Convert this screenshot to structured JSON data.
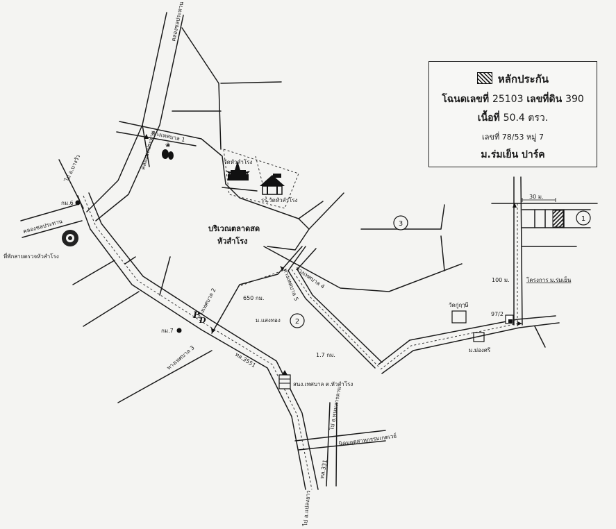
{
  "legend": {
    "title": "หลักประกัน",
    "deed_label": "โฉนดเลขที่",
    "deed_no": "25103",
    "land_label": "เลขที่ดิน",
    "land_no": "390",
    "area_label": "เนื้อที่",
    "area_value": "50.4 ตรว.",
    "address": "เลขที่ 78/53 หมู่ 7",
    "project": "ม.ร่มเย็น ปาร์ค"
  },
  "labels": {
    "khlong_canal_top": "คลองชลประทาน",
    "khlong_canal_mid": "คลองชลประทาน",
    "khlong_canal_left": "คลองชลประทาน",
    "thetsaban1": "ทางเทศบาล 1",
    "thetsaban2": "ทางเทศบาล 2",
    "thetsaban3": "ทางเทศบาล 3",
    "thetsaban4": "ทางเทศบาล 4",
    "thetsaban5": "ทางเทศบาล 5",
    "wat_hua_samrong": "วัดหัวสำโรง",
    "school_hua_samrong": "รร.วัดหัวสำโรง",
    "market_line1": "บริเวณตลาดสด",
    "market_line2": "หัวสำโรง",
    "km6": "กม.6",
    "km7": "กม.7",
    "to_bang_wua": "ไป อ.บางวัว",
    "police_box": "ที่พักสายตรวจหัวสำโรง",
    "dist_650": "650 กม.",
    "dist_17": "1.7 กม.",
    "moo_saeng_thong": "ม.แสงทอง",
    "highway": "ทล.3551",
    "municipal_office": "สนง.เทศบาล ต.หัวสำโรง",
    "to_phanom_sarakham": "ไป อ.พนมสารคาม",
    "nikhom_industrial": "นิคมอุตสาหกรรมเกตเวย์",
    "to_plaeng_yao": "ไป อ.แปลงยาว",
    "highway_331": "ทล.331",
    "wat_ku_ruesi": "วัดกู่ฤๅษี",
    "moo_mong_si": "ม.ม่องศรี",
    "addr_972": "97/2",
    "project_romyen": "โครงการ ม.ร่มเย็น",
    "dist_100m": "100 ม.",
    "dist_30m": "30 ม.",
    "circle_1": "1",
    "circle_2": "2",
    "circle_3": "3"
  }
}
